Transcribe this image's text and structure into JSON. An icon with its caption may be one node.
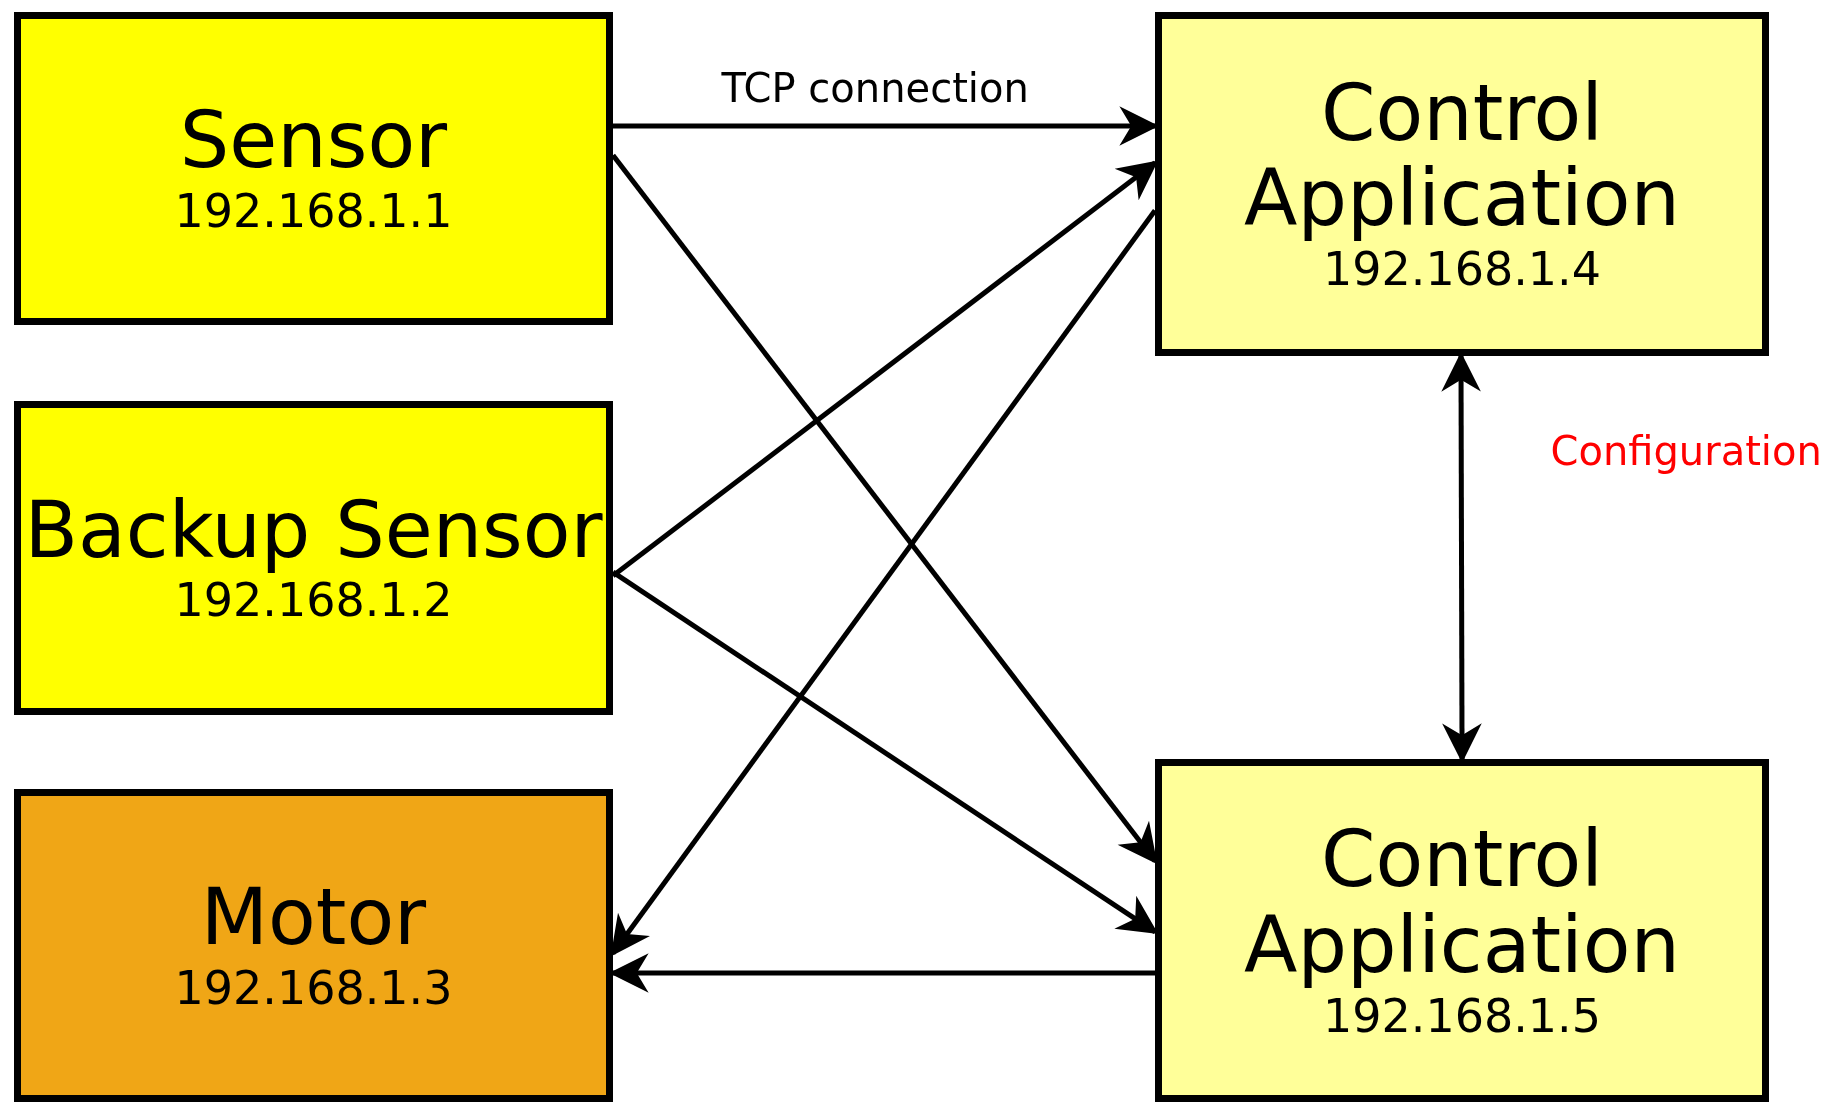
{
  "diagram": {
    "nodes": [
      {
        "text": [
          "Sensor",
          "192.168.1.1"
        ]
      },
      {
        "text": [
          "Backup Sensor",
          "192.168.1.2"
        ]
      },
      {
        "text": [
          "Motor",
          "192.168.1.3"
        ]
      },
      {
        "text": [
          "Control Application",
          "192.168.1.4"
        ]
      },
      {
        "text": [
          "Control Application",
          "192.168.1.5"
        ]
      }
    ],
    "edges": [
      {
        "from": 0,
        "to": 3,
        "arrow": "to",
        "label": "TCP connection"
      },
      {
        "from": 0,
        "to": 4,
        "arrow": "to"
      },
      {
        "from": 1,
        "to": 3,
        "arrow": "to"
      },
      {
        "from": 1,
        "to": 4,
        "arrow": "to"
      },
      {
        "from": 3,
        "to": 2,
        "arrow": "to"
      },
      {
        "from": 4,
        "to": 2,
        "arrow": "to"
      },
      {
        "from": 3,
        "to": 4,
        "arrow": "both",
        "label": "Configuration"
      }
    ]
  }
}
